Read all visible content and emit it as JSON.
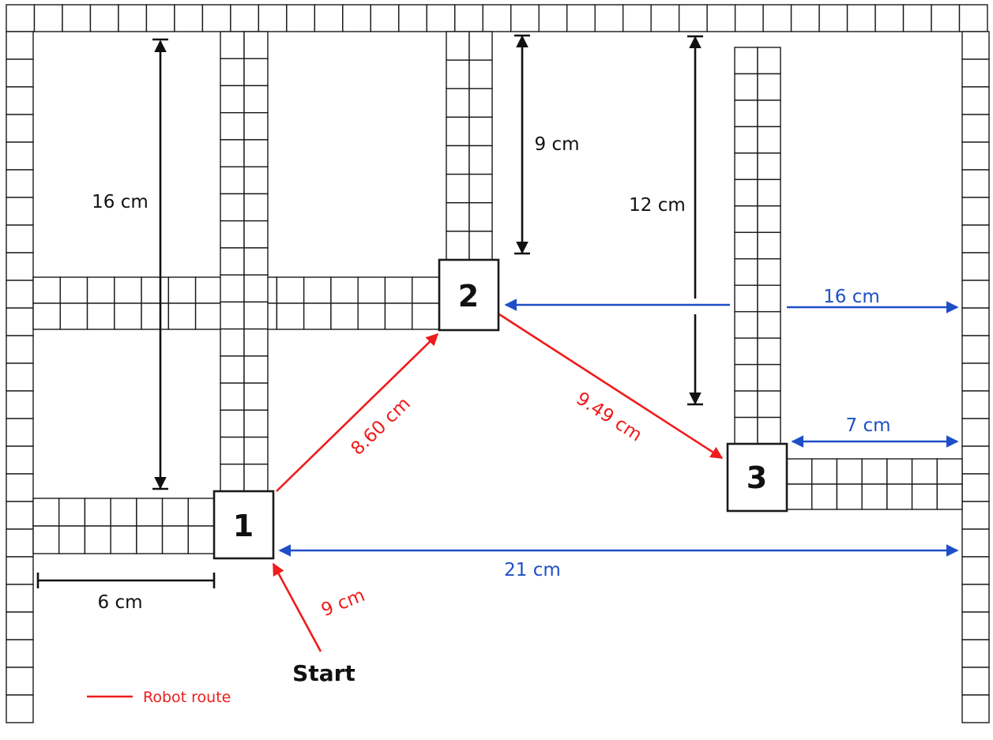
{
  "colors": {
    "route": "#f01b1b",
    "blue_dimension": "#1e4fc7",
    "black_dimension": "#111111",
    "grid_line": "#1a1a1a"
  },
  "nodes": [
    {
      "id": "1",
      "label": "1"
    },
    {
      "id": "2",
      "label": "2"
    },
    {
      "id": "3",
      "label": "3"
    }
  ],
  "labels": {
    "left_vertical": "16 cm",
    "mid_vertical": "9 cm",
    "right_vertical": "12 cm",
    "right_upper_horizontal": "16 cm",
    "right_lower_horizontal": "7 cm",
    "bottom_horizontal": "21 cm",
    "bottom_left_horizontal": "6 cm"
  },
  "route": {
    "start_label": "Start",
    "segments": [
      {
        "from": "Start",
        "to": "1",
        "label": "9 cm"
      },
      {
        "from": "1",
        "to": "2",
        "label": "8.60 cm"
      },
      {
        "from": "2",
        "to": "3",
        "label": "9.49 cm"
      }
    ]
  },
  "legend": {
    "route_label": "Robot route"
  }
}
